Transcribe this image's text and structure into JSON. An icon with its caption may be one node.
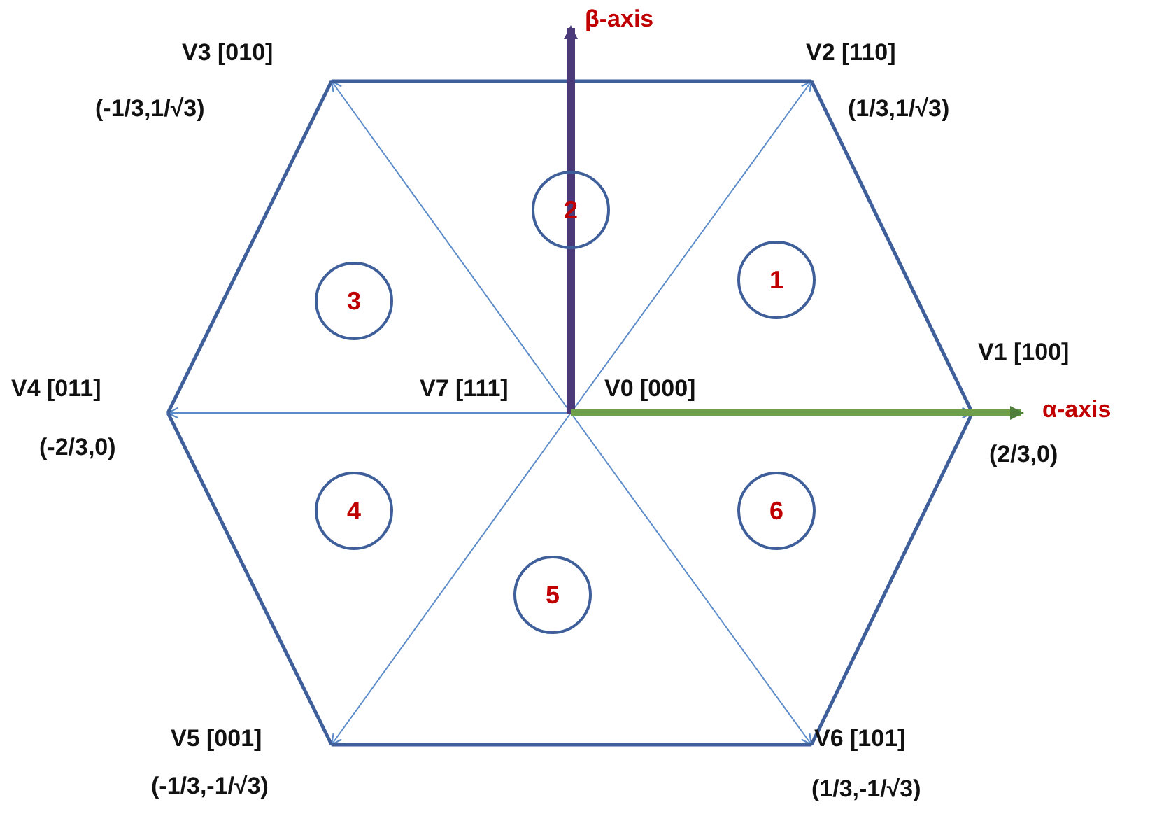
{
  "diagram": {
    "nodes": [
      {
        "text": [
          "V7 [111]",
          "V0 [000]"
        ]
      },
      {
        "text": [
          "V1 [100]",
          "(2/3,0)"
        ]
      },
      {
        "text": [
          "V2 [110]",
          "(1/3,1/√3)"
        ]
      },
      {
        "text": [
          "V3 [010]",
          "(-1/3,1/√3)"
        ]
      },
      {
        "text": [
          "V4 [011]",
          "(-2/3,0)"
        ]
      },
      {
        "text": [
          "V5 [001]",
          "(-1/3,-1/√3)"
        ]
      },
      {
        "text": [
          "V6 [101]",
          "(1/3,-1/√3)"
        ]
      },
      {
        "text": [
          "1"
        ]
      },
      {
        "text": [
          "2"
        ]
      },
      {
        "text": [
          "3"
        ]
      },
      {
        "text": [
          "4"
        ]
      },
      {
        "text": [
          "5"
        ]
      },
      {
        "text": [
          "6"
        ]
      }
    ],
    "edges": [
      {
        "from": 0,
        "to": 1,
        "arrow": "to"
      },
      {
        "from": 0,
        "to": 2,
        "arrow": "to"
      },
      {
        "from": 0,
        "to": 3,
        "arrow": "to"
      },
      {
        "from": 0,
        "to": 4,
        "arrow": "to"
      },
      {
        "from": 0,
        "to": 5,
        "arrow": "to"
      },
      {
        "from": 0,
        "to": 6,
        "arrow": "to"
      },
      {
        "from": 1,
        "to": 2,
        "arrow": "none",
        "style": "thick"
      },
      {
        "from": 2,
        "to": 3,
        "arrow": "none",
        "style": "thick"
      },
      {
        "from": 3,
        "to": 4,
        "arrow": "none",
        "style": "thick"
      },
      {
        "from": 4,
        "to": 5,
        "arrow": "none",
        "style": "thick"
      },
      {
        "from": 5,
        "to": 6,
        "arrow": "none",
        "style": "thick"
      },
      {
        "from": 6,
        "to": 1,
        "arrow": "none",
        "style": "thick"
      }
    ],
    "labels": [
      "β-axis",
      "α-axis"
    ]
  }
}
